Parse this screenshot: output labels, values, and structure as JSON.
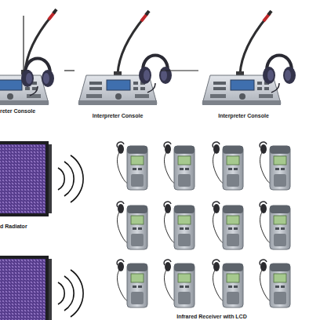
{
  "diagram": {
    "nodes": [
      {
        "text": [
          "reter Console"
        ]
      },
      {
        "text": [
          "Interpreter Console"
        ]
      },
      {
        "text": [
          "Interpreter Console"
        ]
      },
      {
        "text": [
          "d Radiator"
        ]
      },
      {
        "text": [
          "Infrared Receiver with LCD"
        ]
      }
    ],
    "edges": [
      {
        "from": 0,
        "to": 1,
        "arrow": "none"
      },
      {
        "from": 1,
        "to": 2,
        "arrow": "none"
      }
    ]
  }
}
